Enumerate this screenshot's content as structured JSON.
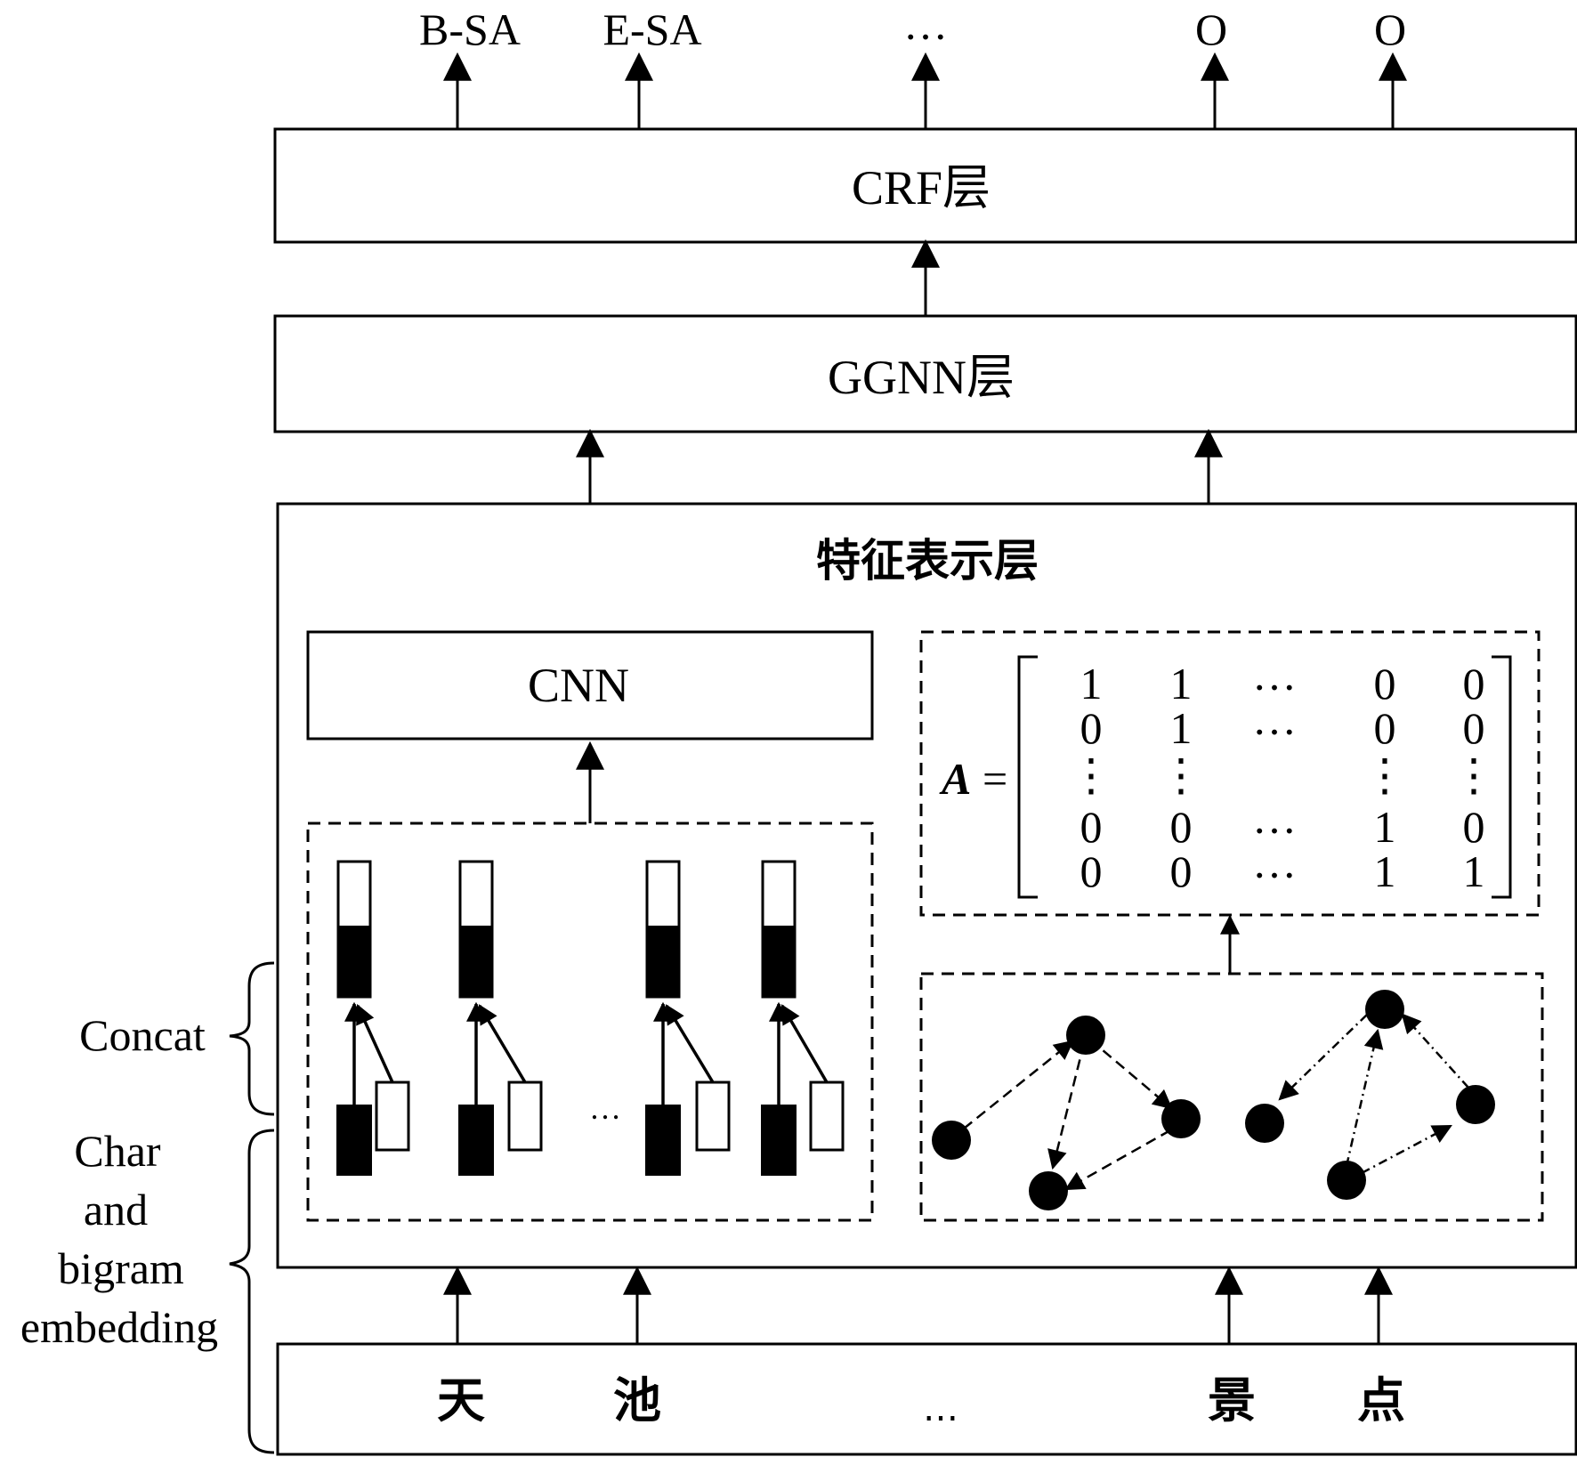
{
  "output_tags": [
    "B-SA",
    "E-SA",
    "…",
    "O",
    "O"
  ],
  "crf_layer": "CRF层",
  "ggnn_layer": "GGNN层",
  "feature_layer": "特征表示层",
  "cnn": "CNN",
  "concat_label": "Concat",
  "embedding_label": [
    "Char",
    "and",
    "bigram",
    "embedding"
  ],
  "input_chars": [
    "天",
    "池",
    "…",
    "景",
    "点"
  ],
  "embedding_ellipsis": "…",
  "matrix": {
    "label": "A",
    "equals": "=",
    "rows": [
      [
        "1",
        "1",
        "…",
        "0",
        "0"
      ],
      [
        "0",
        "1",
        "…",
        "0",
        "0"
      ],
      [
        "⋮",
        "⋮",
        "",
        "⋮",
        "⋮"
      ],
      [
        "0",
        "0",
        "…",
        "1",
        "0"
      ],
      [
        "0",
        "0",
        "…",
        "1",
        "1"
      ]
    ]
  }
}
